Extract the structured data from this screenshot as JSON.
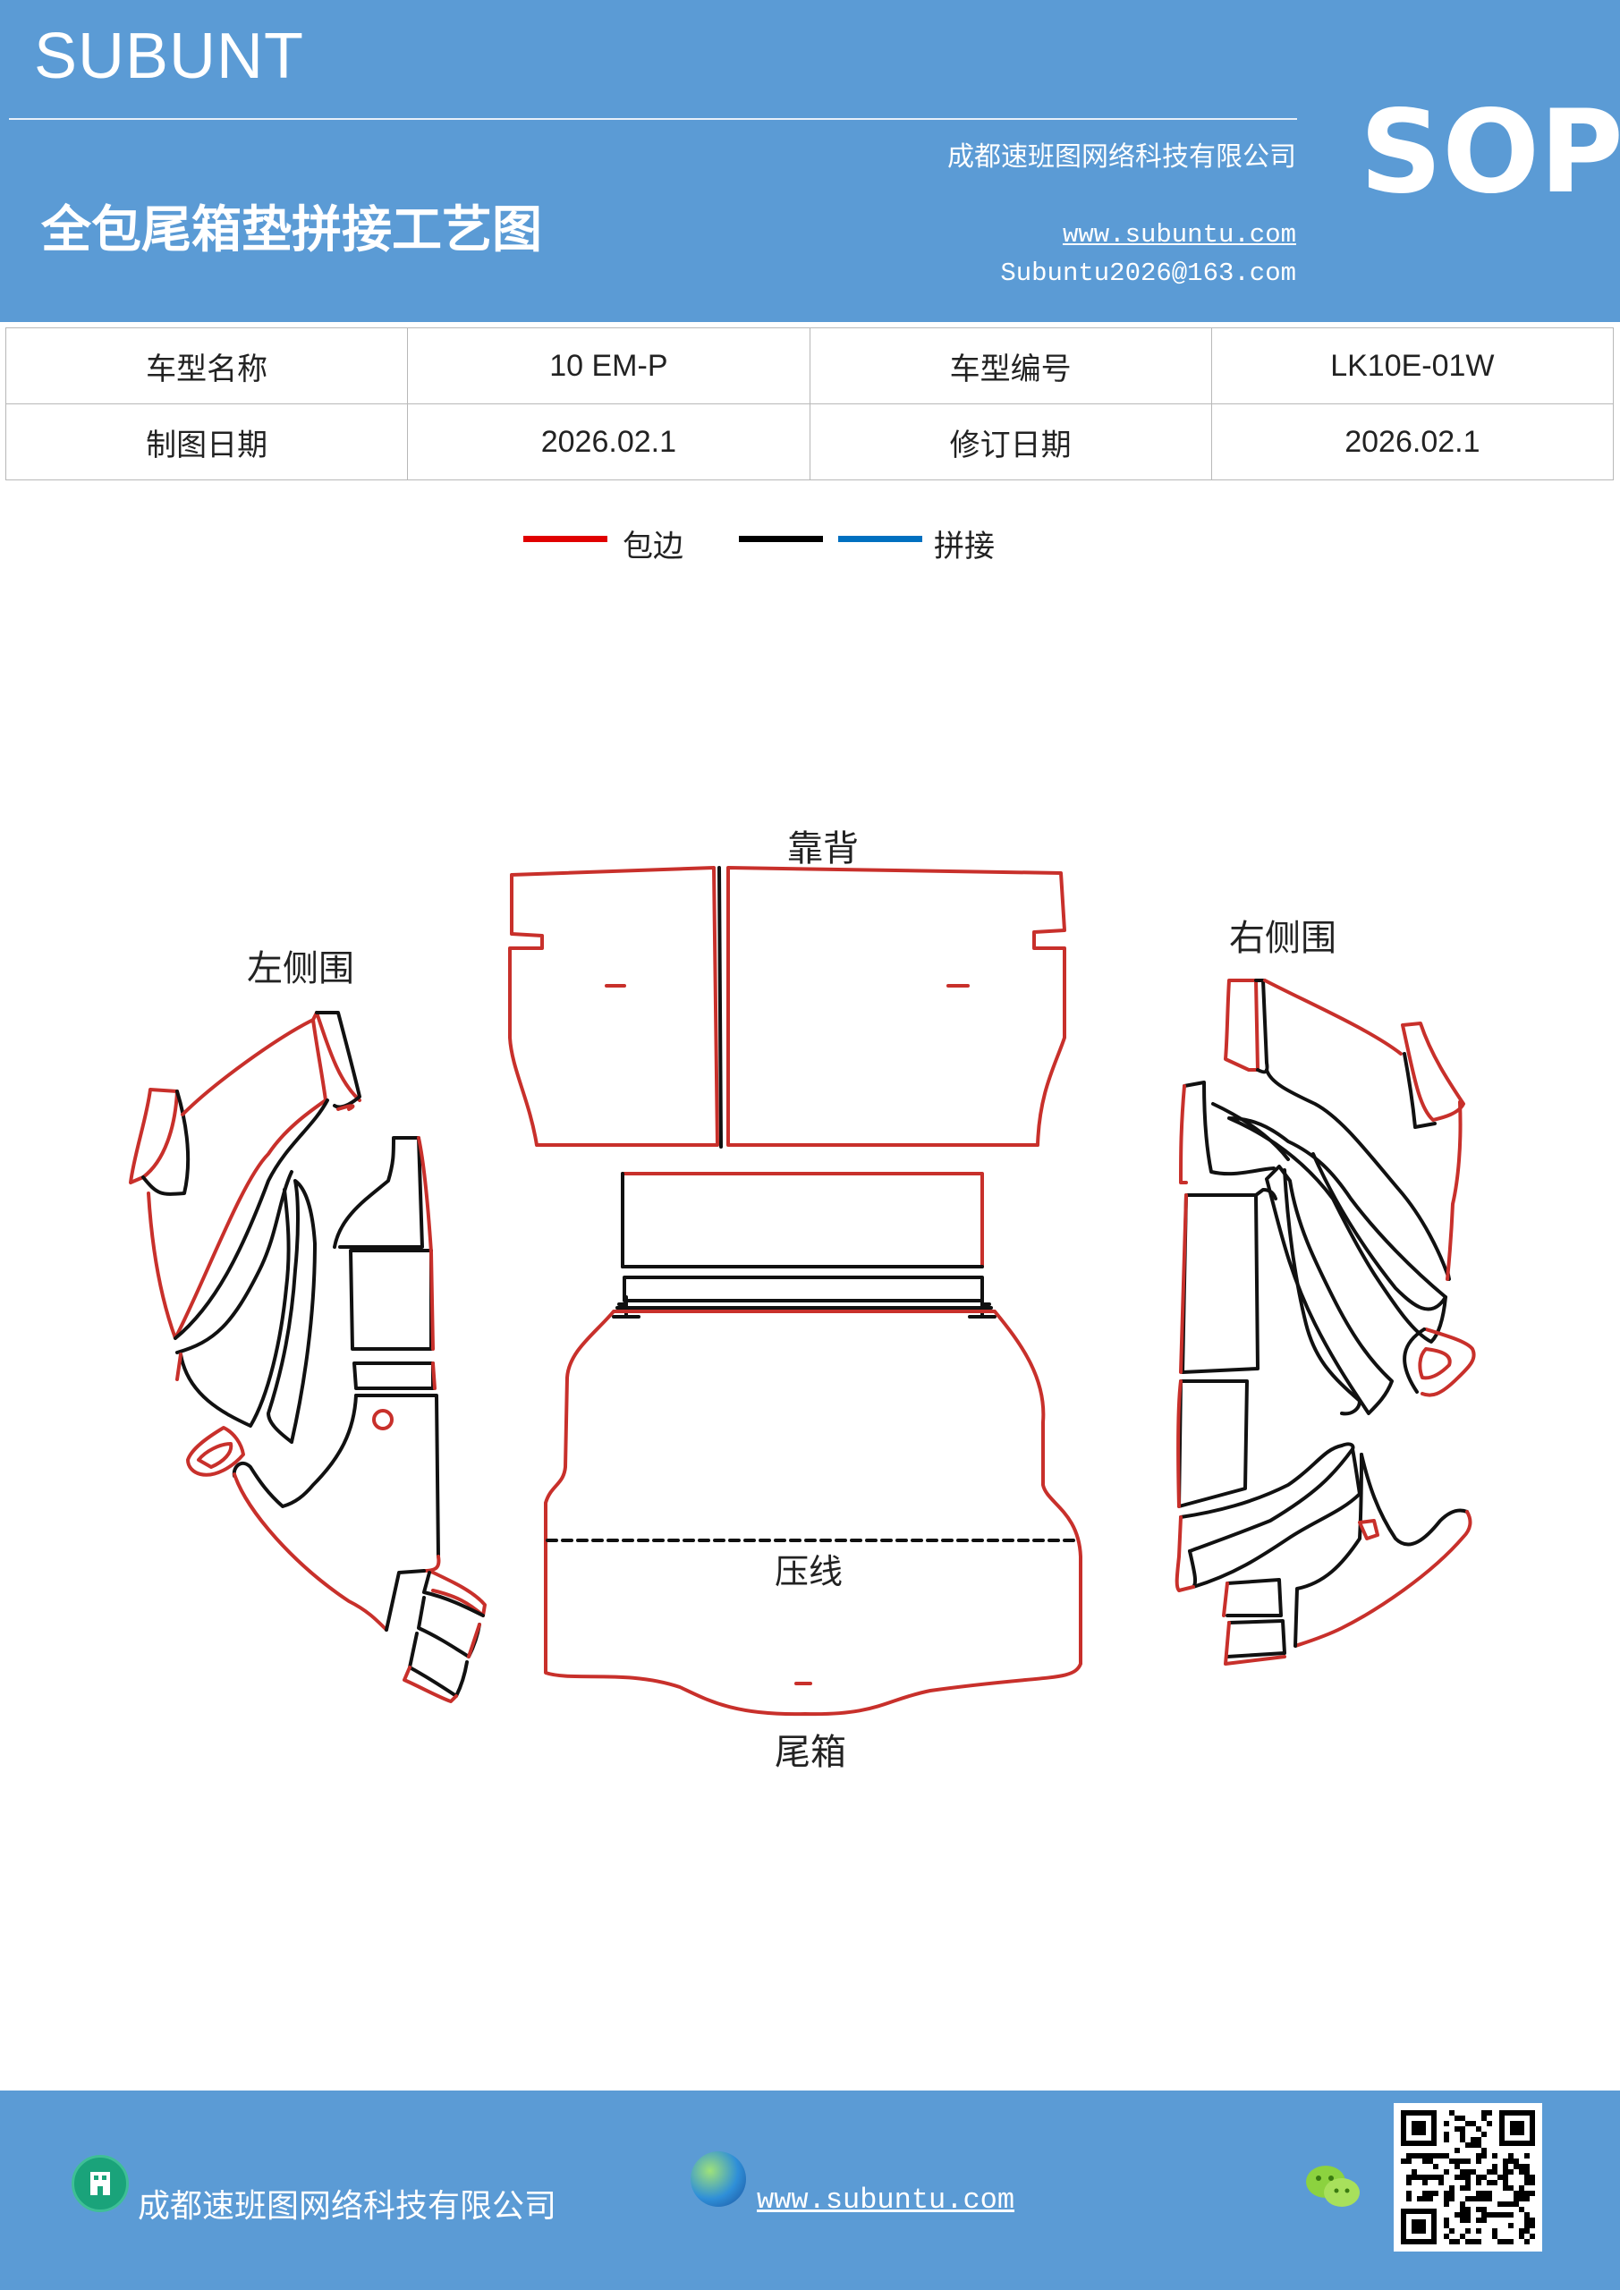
{
  "header": {
    "brand": "SUBUNT",
    "badge": "SOP",
    "title": "全包尾箱垫拼接工艺图",
    "company": "成都速班图网络科技有限公司",
    "website": "www.subuntu.com",
    "email": "Subuntu2026@163.com",
    "colors": {
      "header_bg": "#5b9bd5"
    }
  },
  "info_table": {
    "rows": [
      [
        "车型名称",
        "10  EM-P",
        "车型编号",
        "LK10E-01W"
      ],
      [
        "制图日期",
        "2026.02.1",
        "修订日期",
        "2026.02.1"
      ]
    ]
  },
  "legend": {
    "items": [
      {
        "label": "包边",
        "color": "#e00000"
      },
      {
        "label": "",
        "color": "#000000"
      },
      {
        "label": "拼接",
        "color": "#0070c0"
      }
    ]
  },
  "drawing": {
    "labels": {
      "left": "左侧围",
      "back": "靠背",
      "right": "右侧围",
      "crease": "压线",
      "trunk": "尾箱"
    },
    "colors": {
      "edge": "#c8302b",
      "seam": "#111111"
    }
  },
  "footer": {
    "company": "成都速班图网络科技有限公司",
    "website": "www.subuntu.com ",
    "icons": [
      "building-icon",
      "globe-icon",
      "wechat-icon",
      "qr-code"
    ]
  }
}
